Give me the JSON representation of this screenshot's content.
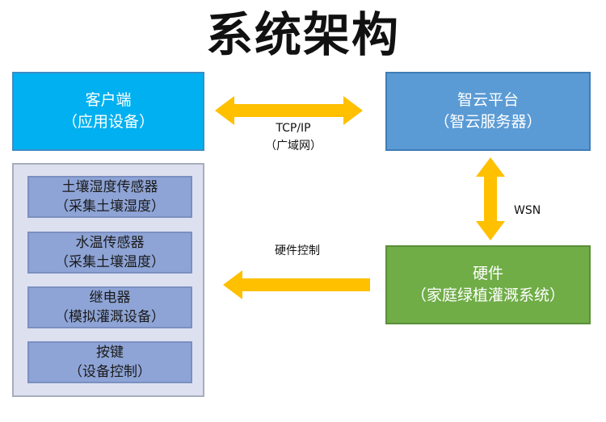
{
  "title": "系统架构",
  "client": {
    "line1": "客户端",
    "line2": "（应用设备）"
  },
  "cloud": {
    "line1": "智云平台",
    "line2": "（智云服务器）"
  },
  "hardware": {
    "line1": "硬件",
    "line2": "（家庭绿植灌溉系统）"
  },
  "client_modules": [
    {
      "line1": "土壤湿度传感器",
      "line2": "（采集土壤湿度）"
    },
    {
      "line1": "水温传感器",
      "line2": "（采集土壤温度）"
    },
    {
      "line1": "继电器",
      "line2": "（模拟灌溉设备）"
    },
    {
      "line1": "按键",
      "line2": "（设备控制）"
    }
  ],
  "links": {
    "client_cloud_line1": "TCP/IP",
    "client_cloud_line2": "（广域网）",
    "cloud_hardware": "WSN",
    "hardware_control": "硬件控制"
  },
  "colors": {
    "client": "#00b0f0",
    "cloud": "#5b9bd5",
    "hardware": "#70ad47",
    "module": "#8ea4d6",
    "panel": "#dde1ef",
    "arrow": "#ffc000"
  }
}
